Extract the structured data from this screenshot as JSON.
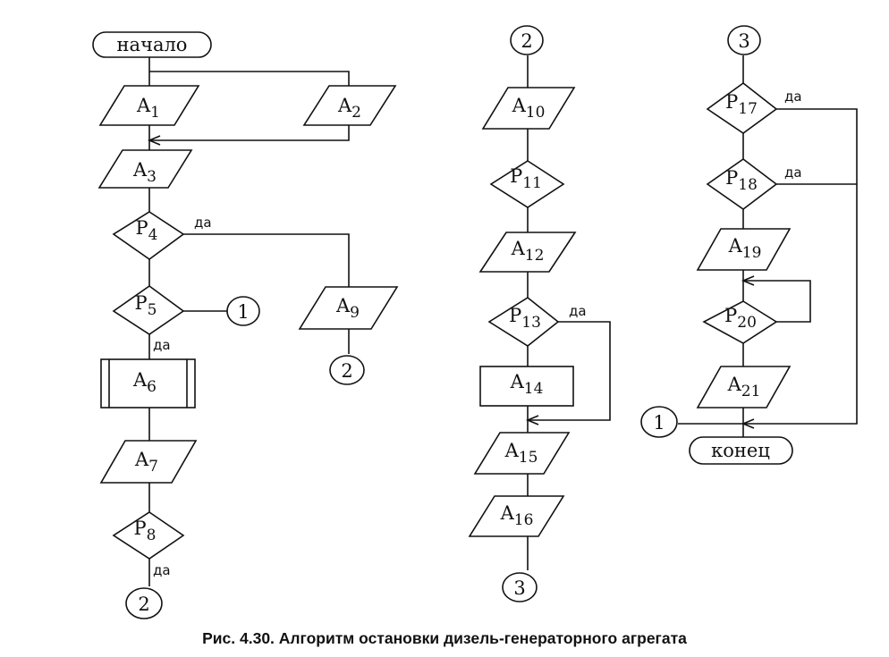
{
  "caption": "Рис. 4.30. Алгоритм остановки дизель-генераторного агрегата",
  "yes_label": "да",
  "nodes": {
    "start": {
      "text": "начало"
    },
    "end": {
      "text": "конец"
    },
    "A1": {
      "main": "A",
      "sub": "1"
    },
    "A2": {
      "main": "A",
      "sub": "2"
    },
    "A3": {
      "main": "A",
      "sub": "3"
    },
    "P4": {
      "main": "P",
      "sub": "4"
    },
    "P5": {
      "main": "P",
      "sub": "5"
    },
    "A6": {
      "main": "A",
      "sub": "6"
    },
    "A7": {
      "main": "A",
      "sub": "7"
    },
    "P8": {
      "main": "P",
      "sub": "8"
    },
    "A9": {
      "main": "A",
      "sub": "9"
    },
    "A10": {
      "main": "A",
      "sub": "10"
    },
    "P11": {
      "main": "P",
      "sub": "11"
    },
    "A12": {
      "main": "A",
      "sub": "12"
    },
    "P13": {
      "main": "P",
      "sub": "13"
    },
    "A14": {
      "main": "A",
      "sub": "14"
    },
    "A15": {
      "main": "A",
      "sub": "15"
    },
    "A16": {
      "main": "A",
      "sub": "16"
    },
    "P17": {
      "main": "P",
      "sub": "17"
    },
    "P18": {
      "main": "P",
      "sub": "18"
    },
    "A19": {
      "main": "A",
      "sub": "19"
    },
    "P20": {
      "main": "P",
      "sub": "20"
    },
    "A21": {
      "main": "A",
      "sub": "21"
    }
  },
  "connectors": {
    "c1_from_P5": "1",
    "c2_from_A9": "2",
    "c2_from_P8": "2",
    "c2_top": "2",
    "c3_bottom": "3",
    "c3_top": "3",
    "c1_right": "1"
  }
}
